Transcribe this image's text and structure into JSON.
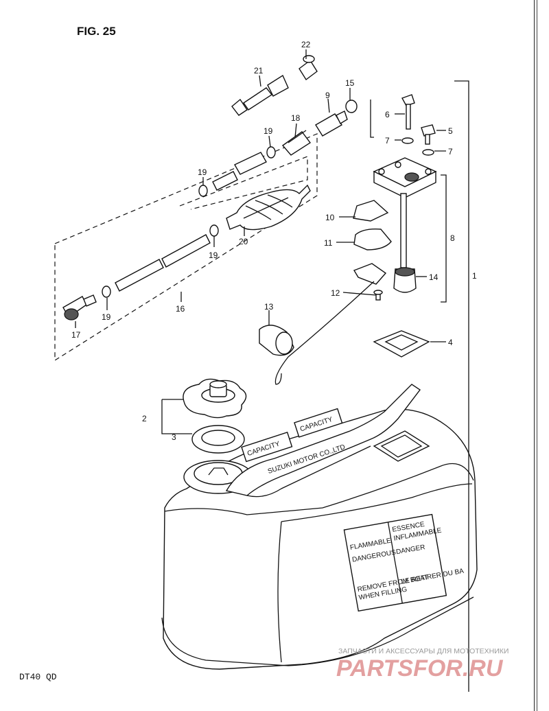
{
  "figure": {
    "title": "FIG. 25",
    "model": "DT40 QD"
  },
  "callouts": [
    "1",
    "2",
    "3",
    "4",
    "5",
    "6",
    "7",
    "7",
    "8",
    "9",
    "10",
    "11",
    "12",
    "13",
    "14",
    "15",
    "16",
    "17",
    "18",
    "19",
    "19",
    "19",
    "19",
    "20",
    "21",
    "22"
  ],
  "decals": {
    "warning_en": [
      "FLAMMABLE",
      "DANGEROUS",
      "REMOVE FROM BOAT",
      "WHEN FILLING"
    ],
    "warning_fr": [
      "ESSENCE",
      "INFLAMMABLE",
      "DANGER",
      "LE RETIRER DU BA"
    ],
    "handle_plate_left": "CAPACITY",
    "handle_plate_right": "CAPACITY",
    "maker": "SUZUKI MOTOR CO.,LTD"
  },
  "watermark": {
    "caption": "ЗАПЧАСТИ И АКСЕССУАРЫ ДЛЯ МОТОТЕХНИКИ",
    "logo": "PARTSFOR.RU"
  }
}
